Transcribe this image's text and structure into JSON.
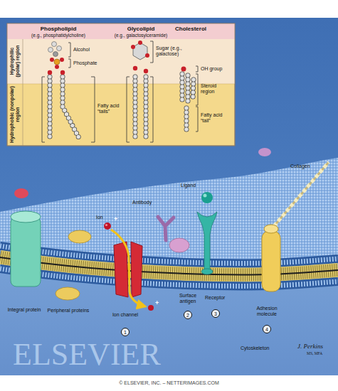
{
  "diagram": {
    "nodes": [
      {
        "text": [
          "1"
        ]
      },
      {
        "text": [
          "2"
        ]
      },
      {
        "text": [
          "3"
        ]
      },
      {
        "text": [
          "4"
        ]
      }
    ],
    "labels": [
      "Phospholipid",
      "(e.g., phosphatidylcholine)",
      "Glycolipid",
      "(e.g., galactosylceramide)",
      "Cholesterol",
      "Hydrophilic (polar) region",
      "Hydrophobic (nonpolar) region",
      "Alcohol",
      "Phosphate",
      "Fatty acid “tails”",
      "Sugar (e.g., galactose)",
      "OH group",
      "Steroid region",
      "Fatty acid “tail”",
      "Antibody",
      "Ligand",
      "Collagen",
      "Ion",
      "+",
      "+",
      "Integral protein",
      "Peripheral proteins",
      "Ion channel",
      "Surface antigen",
      "Receptor",
      "Adhesion molecule",
      "Cytoskeleton",
      "J. Perkins",
      "MS, MFA",
      "ELSEVIER",
      "© ELSEVIER, INC. – NETTERIMAGES.COM"
    ]
  }
}
